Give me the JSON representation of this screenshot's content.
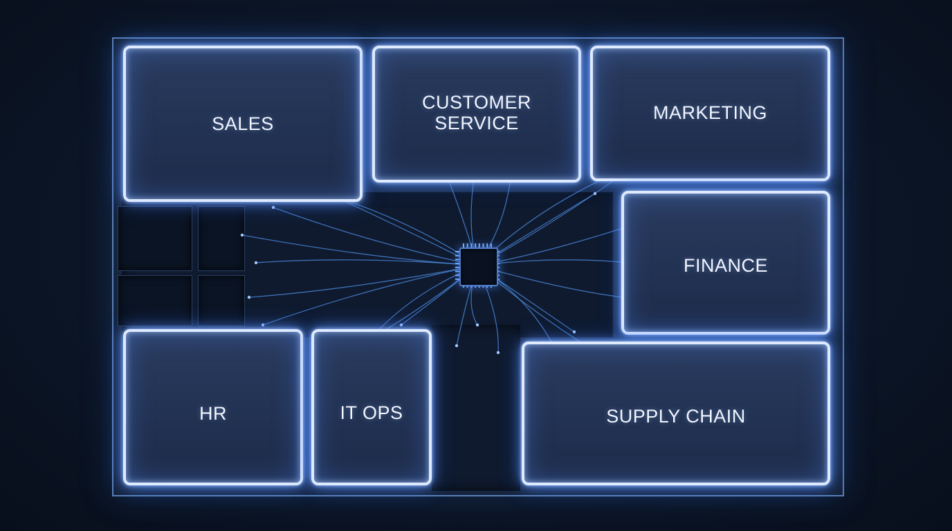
{
  "departments": {
    "sales": "SALES",
    "customer_service": [
      "CUSTOMER",
      "SERVICE"
    ],
    "marketing": "MARKETING",
    "finance": "FINANCE",
    "hr": "HR",
    "it_ops": "IT OPS",
    "supply_chain": "SUPPLY CHAIN"
  },
  "colors": {
    "background": "#0c1627",
    "room_border": "#dfeaff",
    "glow": "#5f96ff",
    "trace": "#4f8fe6"
  }
}
